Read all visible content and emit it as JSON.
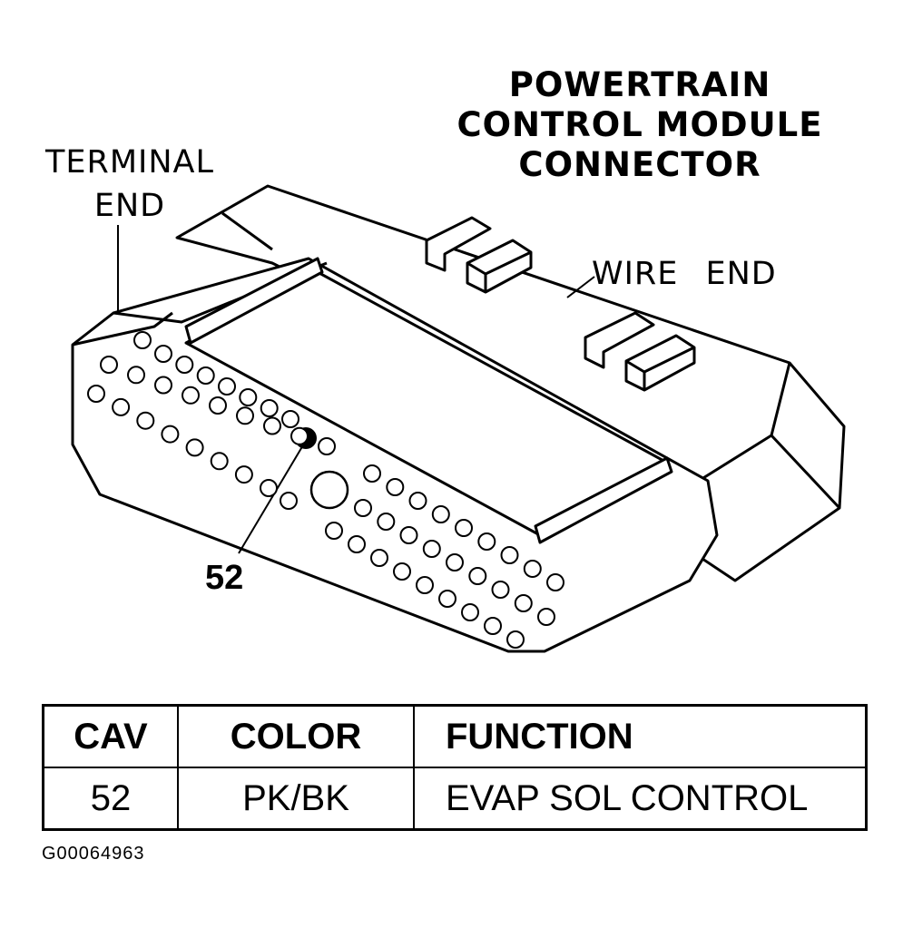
{
  "title_lines": [
    "POWERTRAIN",
    "CONTROL MODULE",
    "CONNECTOR"
  ],
  "terminal_end": [
    "TERMINAL",
    "END"
  ],
  "wire_end": "WIRE END",
  "callout": "52",
  "table": {
    "headers": [
      "CAV",
      "COLOR",
      "FUNCTION"
    ],
    "rows": [
      [
        "52",
        "PK/BK",
        "EVAP SOL CONTROL"
      ]
    ]
  },
  "figure_id": "G00064963"
}
